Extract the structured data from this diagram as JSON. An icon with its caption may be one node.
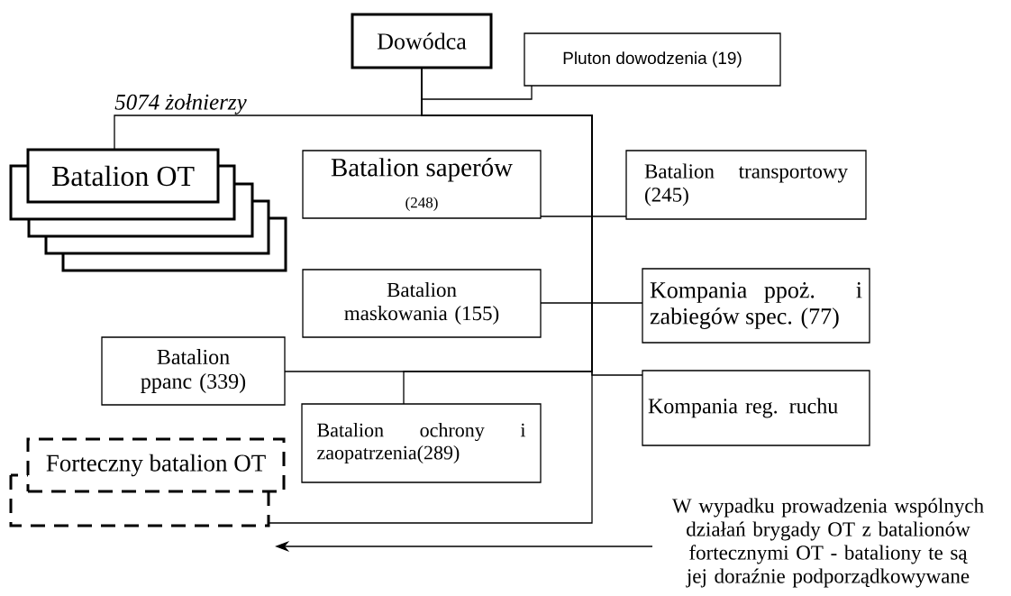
{
  "diagram": {
    "nodes": [
      {
        "text": [
          "Dowódca"
        ]
      },
      {
        "text": [
          "Pluton dowodzenia (19)"
        ]
      },
      {
        "text": [
          "Batalion OT"
        ]
      },
      {
        "text": [
          "Batalion saperów",
          "(248)"
        ]
      },
      {
        "text": [
          "Batalion transportowy (245)"
        ]
      },
      {
        "text": [
          "Batalion maskowania (155)"
        ]
      },
      {
        "text": [
          "Kompania ppoż. i zabiegów spec. (77)"
        ]
      },
      {
        "text": [
          "Batalion ppanc (339)"
        ]
      },
      {
        "text": [
          "Kompania reg. ruchu"
        ]
      },
      {
        "text": [
          "Batalion ochrony i zaopatrzenia(289)"
        ]
      },
      {
        "text": [
          "Forteczny batalion OT"
        ]
      },
      {
        "text": [
          "W wypadku prowadzenia wspólnych działań brygady OT z batalionów fortecznymi OT - bataliony te są jej doraźnie podporządkowywane"
        ]
      }
    ],
    "edges": [
      {
        "from": 0,
        "to": 1,
        "arrow": "none"
      },
      {
        "from": 0,
        "to": 2,
        "arrow": "none"
      },
      {
        "from": 0,
        "to": 3,
        "arrow": "none"
      },
      {
        "from": 0,
        "to": 4,
        "arrow": "none"
      },
      {
        "from": 0,
        "to": 5,
        "arrow": "none"
      },
      {
        "from": 0,
        "to": 6,
        "arrow": "none"
      },
      {
        "from": 0,
        "to": 7,
        "arrow": "none"
      },
      {
        "from": 0,
        "to": 8,
        "arrow": "none"
      },
      {
        "from": 0,
        "to": 9,
        "arrow": "none"
      },
      {
        "from": 0,
        "to": 10,
        "arrow": "none"
      },
      {
        "from": 11,
        "to": 10,
        "arrow": "to"
      }
    ],
    "labels": [
      "5074 żołnierzy"
    ]
  }
}
